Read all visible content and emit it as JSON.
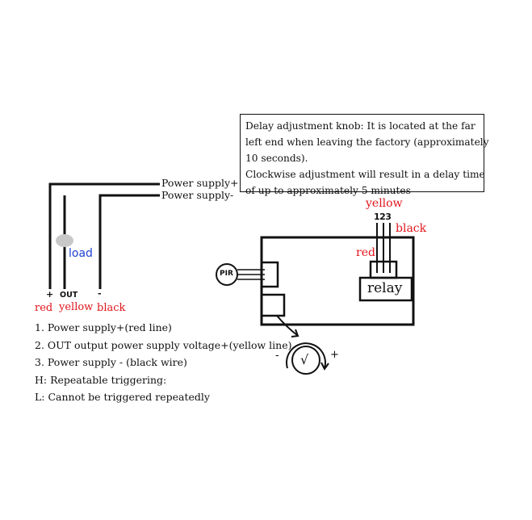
{
  "supply_labels": {
    "plus": "Power supply+",
    "minus": "Power supply-"
  },
  "load_label": "load",
  "terminals": {
    "plus_symbol": "+",
    "out_symbol": "OUT",
    "minus_symbol": "-",
    "red": "red",
    "yellow": "yellow",
    "black": "black"
  },
  "legend": [
    "1. Power supply+(red line)",
    "2. OUT output power supply voltage+(yellow line)",
    "3. Power supply - (black wire)",
    "H: Repeatable triggering:",
    "L: Cannot be triggered repeatedly"
  ],
  "note_lines": [
    "Delay adjustment knob: It is located at the far",
    "left end when leaving the factory (approximately",
    "10 seconds).",
    "Clockwise adjustment will result in a delay time",
    "of up to approximately 5 minutes"
  ],
  "module": {
    "pir_label": "PIR",
    "relay_label": "relay",
    "pin_numbers": "123",
    "pin_yellow": "yellow",
    "pin_black": "black",
    "pin_red": "red",
    "knob_minus": "-",
    "knob_plus": "+",
    "knob_symbol": "√"
  },
  "colors": {
    "red": "#e0151b",
    "blue": "#1f3fd1",
    "line": "#111111",
    "load": "#c8c8c8"
  }
}
